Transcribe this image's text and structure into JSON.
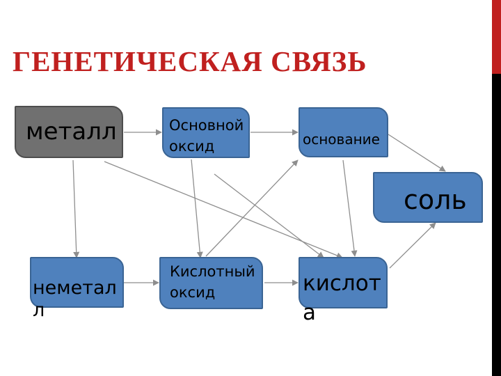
{
  "title": "ГЕНЕТИЧЕСКАЯ  СВЯЗЬ",
  "nodes": {
    "metal": "металл",
    "basic_oxide": "Основной оксид",
    "base": "основание",
    "salt": "соль",
    "nonmetal": "неметалл",
    "acid_oxide": "Кислотный оксид",
    "acid": "кислота"
  },
  "colors": {
    "title": "#c0201f",
    "node_fill": "#4f81bd",
    "metal_fill": "#707070",
    "arrow": "#8e8e8e",
    "sidebar_accent": "#c0201f"
  }
}
